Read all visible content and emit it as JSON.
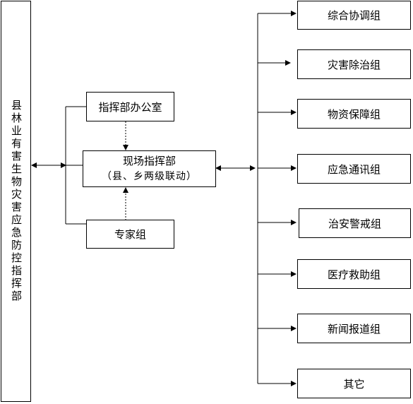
{
  "command_hq": "县林业有害生物灾害应急防控指挥部",
  "office": "指挥部办公室",
  "field_hq": {
    "title": "现场指挥部",
    "subtitle": "（县、乡两级联动）"
  },
  "experts": "专家组",
  "groups": [
    "综合协调组",
    "灾害除治组",
    "物资保障组",
    "应急通讯组",
    "治安警戒组",
    "医疗救助组",
    "新闻报道组",
    "其它"
  ]
}
